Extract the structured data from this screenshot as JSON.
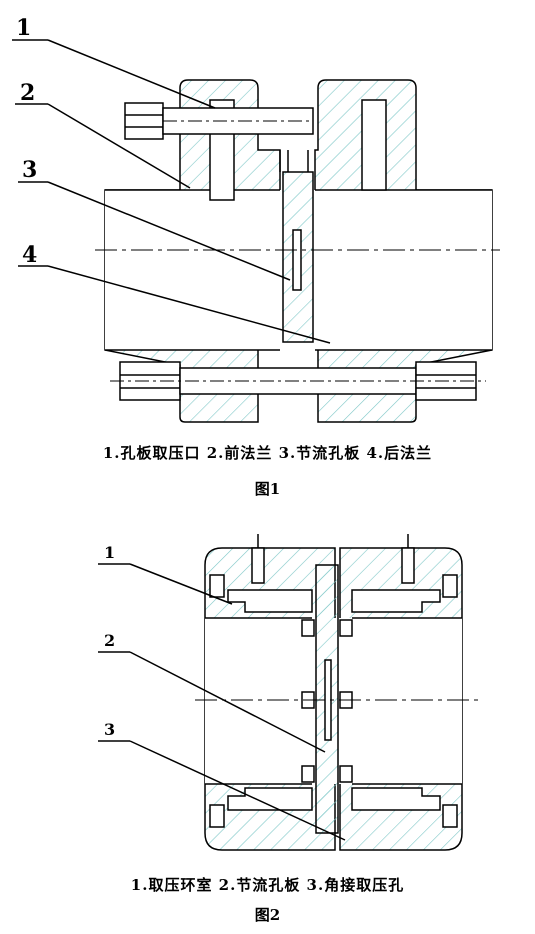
{
  "figure1": {
    "callouts": [
      "1",
      "2",
      "3",
      "4"
    ],
    "legend": "1.孔板取压口  2.前法兰  3.节流孔板  4.后法兰",
    "name": "图1"
  },
  "figure2": {
    "callouts": [
      "1",
      "2",
      "3"
    ],
    "legend": "1.取压环室  2.节流孔板  3.角接取压孔",
    "name": "图2"
  },
  "colors": {
    "line": "#000000",
    "hatch": "#7fc8c8"
  }
}
